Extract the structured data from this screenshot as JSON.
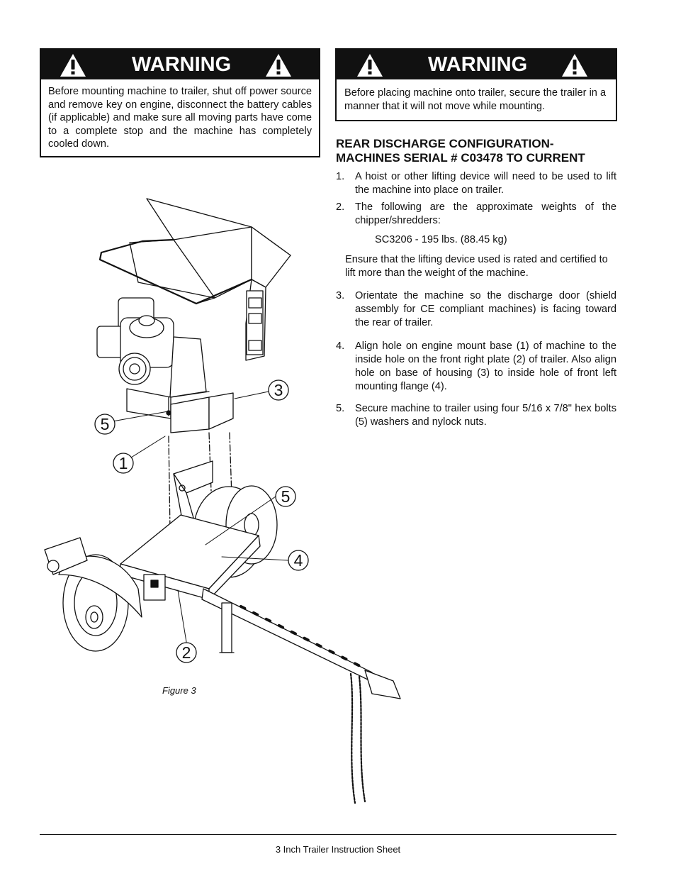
{
  "warnings": [
    {
      "title": "WARNING",
      "body": "Before mounting machine to trailer, shut off power source and remove key on engine, disconnect the battery cables (if applicable) and make sure all moving parts have come to a complete stop and the machine has completely cooled down."
    },
    {
      "title": "WARNING",
      "body": "Before placing machine onto trailer, secure the trailer in a manner that it will not move while mounting."
    }
  ],
  "section": {
    "title_line1": "REAR DISCHARGE CONFIGURATION-",
    "title_line2": "MACHINES SERIAL # C03478 TO CURRENT"
  },
  "steps": [
    {
      "num": "1.",
      "text": "A hoist or other lifting device will need to be used to lift the machine into place on trailer."
    },
    {
      "num": "2.",
      "text": "The following are the approximate weights of the chipper/shredders:"
    },
    {
      "num": "3.",
      "text": "Orientate the machine so the discharge door (shield assembly for CE compliant machines) is facing toward the rear of trailer."
    },
    {
      "num": "4.",
      "text": "Align hole on engine mount base (1) of machine to the inside hole on the front right plate (2) of trailer. Also align hole on base of housing (3) to inside hole of front left mounting flange (4)."
    },
    {
      "num": "5.",
      "text": "Secure machine to trailer using four 5/16 x 7/8\" hex bolts (5) washers and nylock nuts."
    }
  ],
  "weight_line": "SC3206 - 195 lbs. (88.45 kg)",
  "lifting_note": "Ensure that the lifting device used is rated and certified to lift more than the weight of the machine.",
  "figure": {
    "caption": "Figure 3",
    "callouts": [
      "5",
      "1",
      "3",
      "5",
      "4",
      "2"
    ]
  },
  "footer": "3 Inch Trailer Instruction Sheet"
}
